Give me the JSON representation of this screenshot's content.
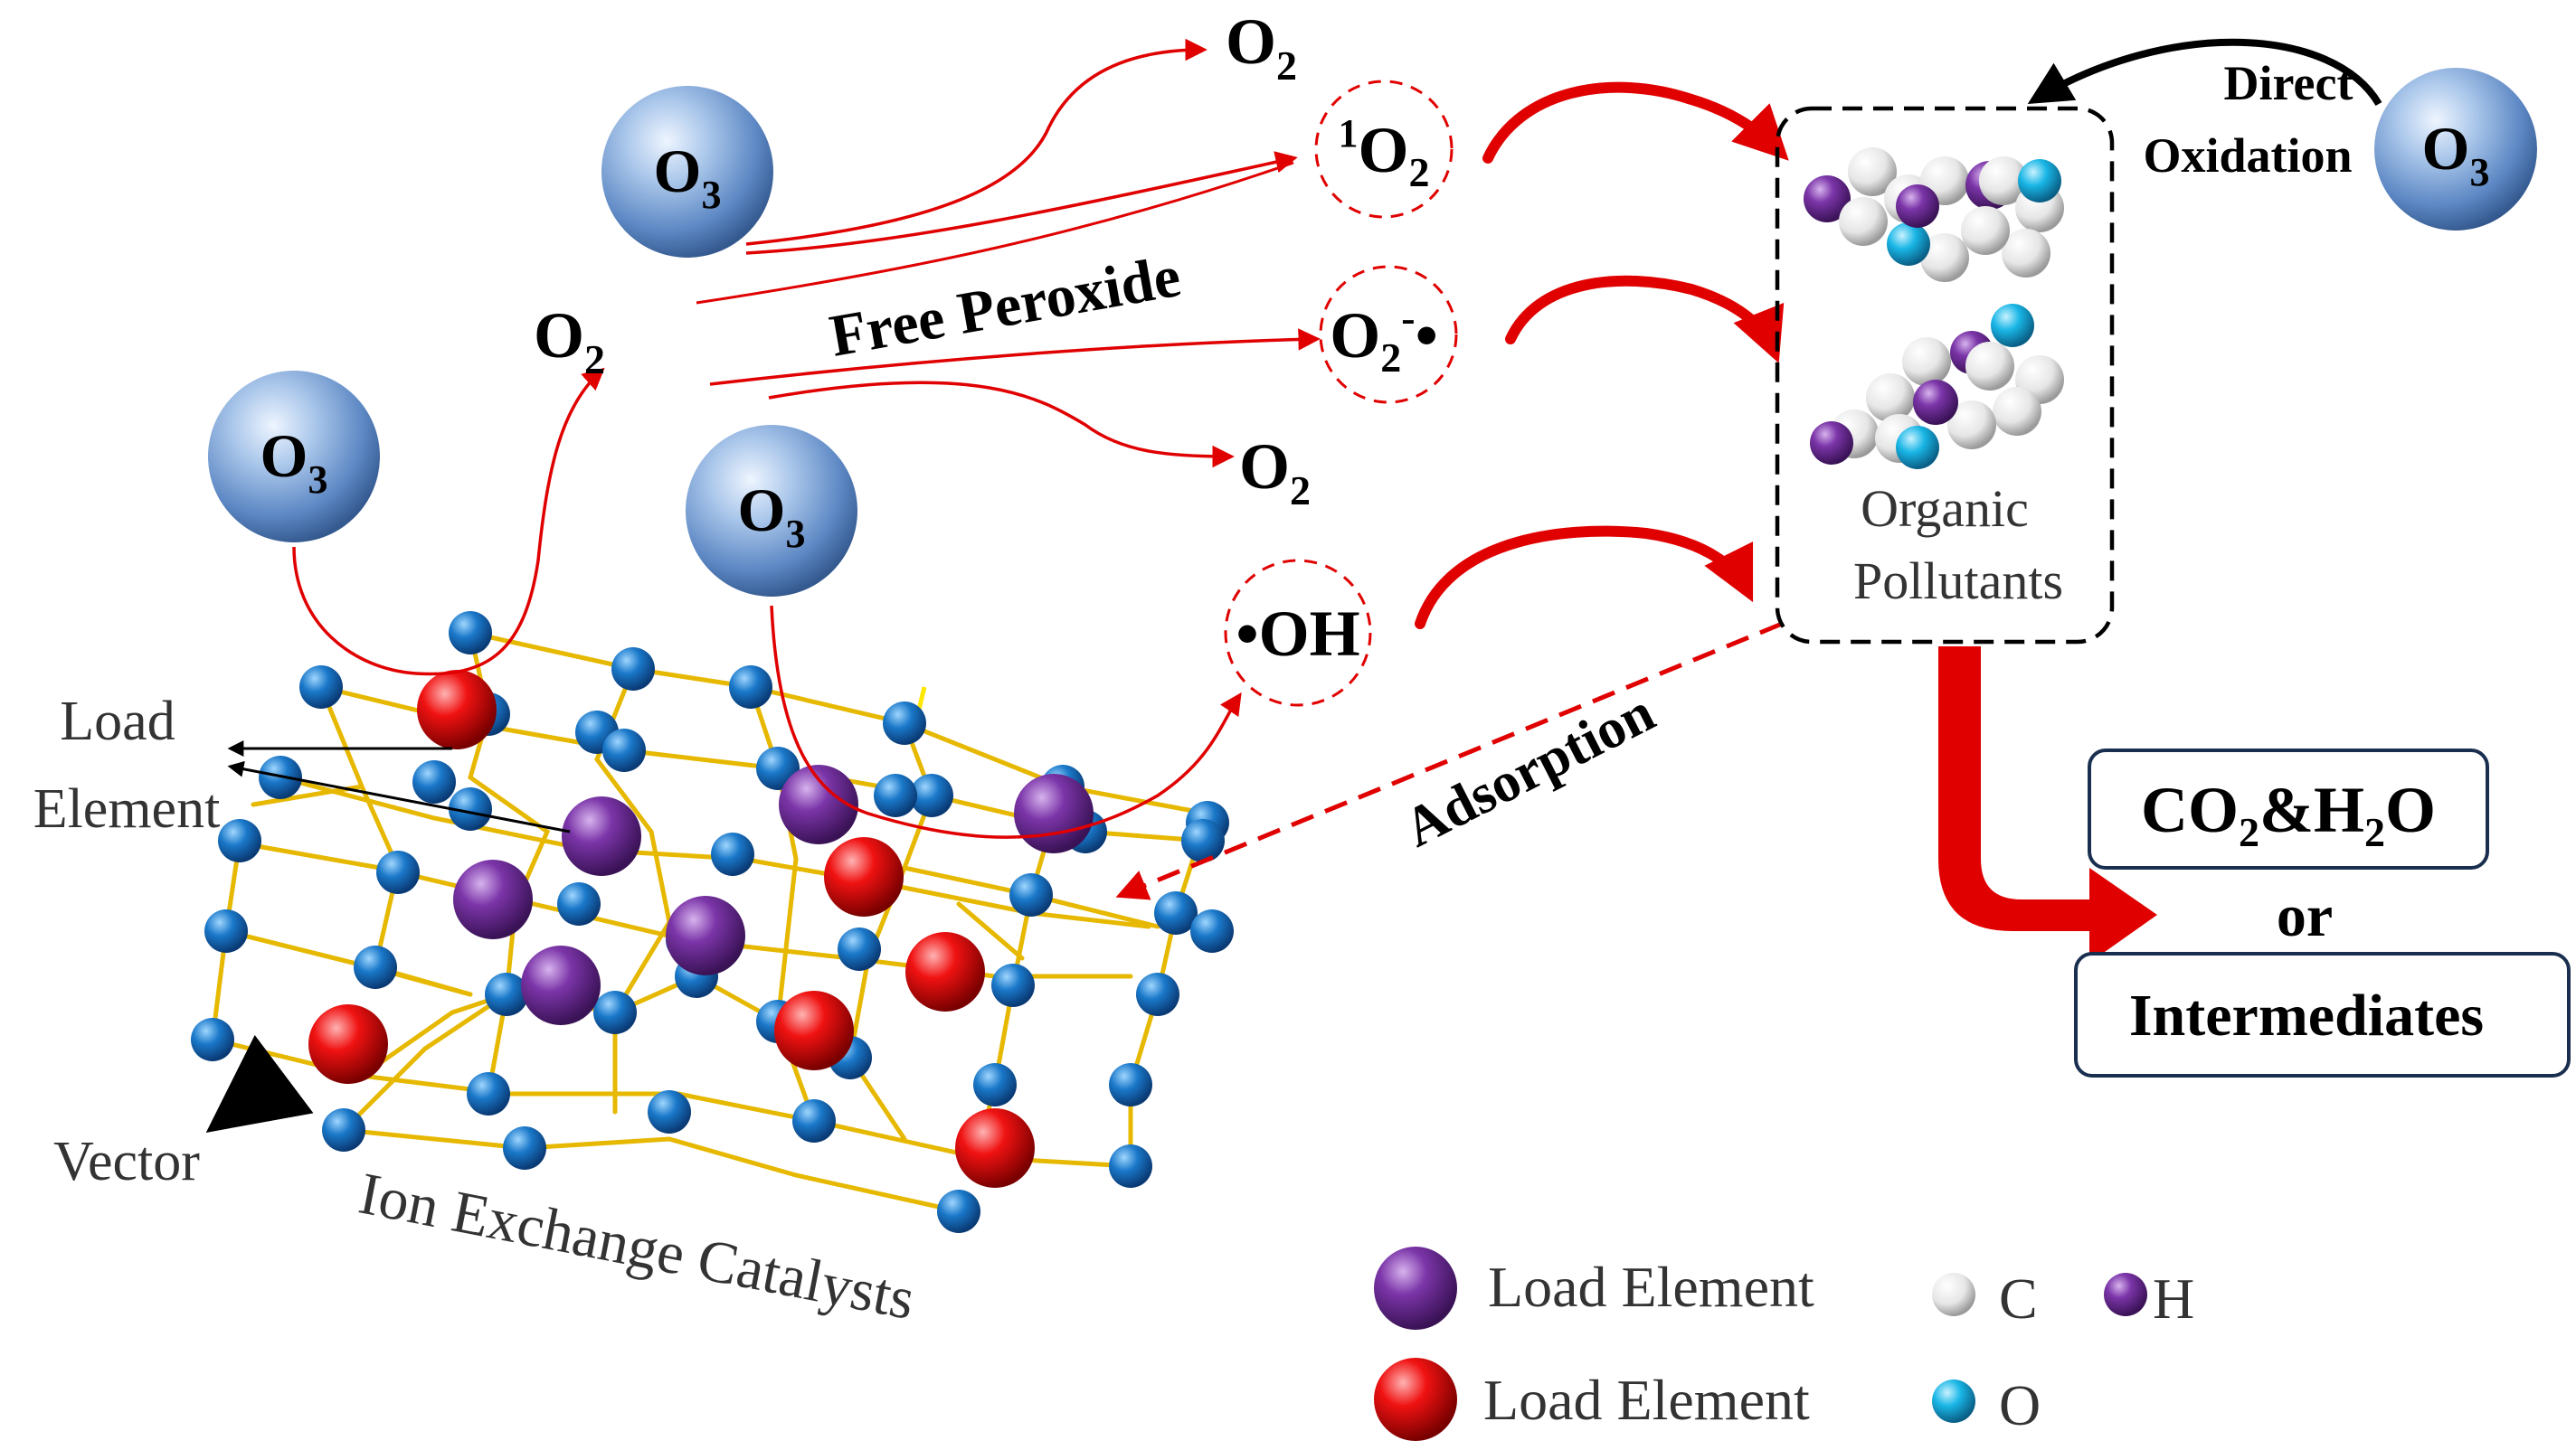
{
  "colors": {
    "ozone_sphere": "#7aa3d6",
    "oxygen_node": "#1b72c4",
    "lattice_bond": "#e6b800",
    "load_red": "#e00000",
    "load_purple": "#7030a0",
    "carbon_white": "#f2f2f2",
    "oxygen_cyan": "#18b8e8",
    "hydrogen_purple": "#7a2f9e",
    "arrow_red": "#e00000",
    "box_border": "#1a2f4f"
  },
  "labels": {
    "ozone_main": "O",
    "ozone_sub": "3",
    "oxygen_main": "O",
    "oxygen_sub": "2",
    "singlet_super": "1",
    "superoxide_super": "-",
    "superoxide_dot": "•",
    "hydroxyl_dot": "•",
    "hydroxyl_text": "OH",
    "free_peroxide": "Free Peroxide",
    "adsorption": "Adsorption",
    "direct_oxidation_line1": "Direct",
    "direct_oxidation_line2": "Oxidation",
    "organic_line1": "Organic",
    "organic_line2": "Pollutants",
    "load_element_line1": "Load",
    "load_element_line2": "Element",
    "vector": "Vector",
    "catalyst": "Ion Exchange Catalysts",
    "product_co2": "CO",
    "product_co2_sub": "2",
    "product_amp": "&H",
    "product_h2o_sub": "2",
    "product_o": "O",
    "product_or": "or",
    "product_intermediates": "Intermediates"
  },
  "legend": {
    "load_element_purple": "Load Element",
    "load_element_red": "Load Element",
    "carbon": "C",
    "hydrogen": "H",
    "oxygen": "O"
  }
}
